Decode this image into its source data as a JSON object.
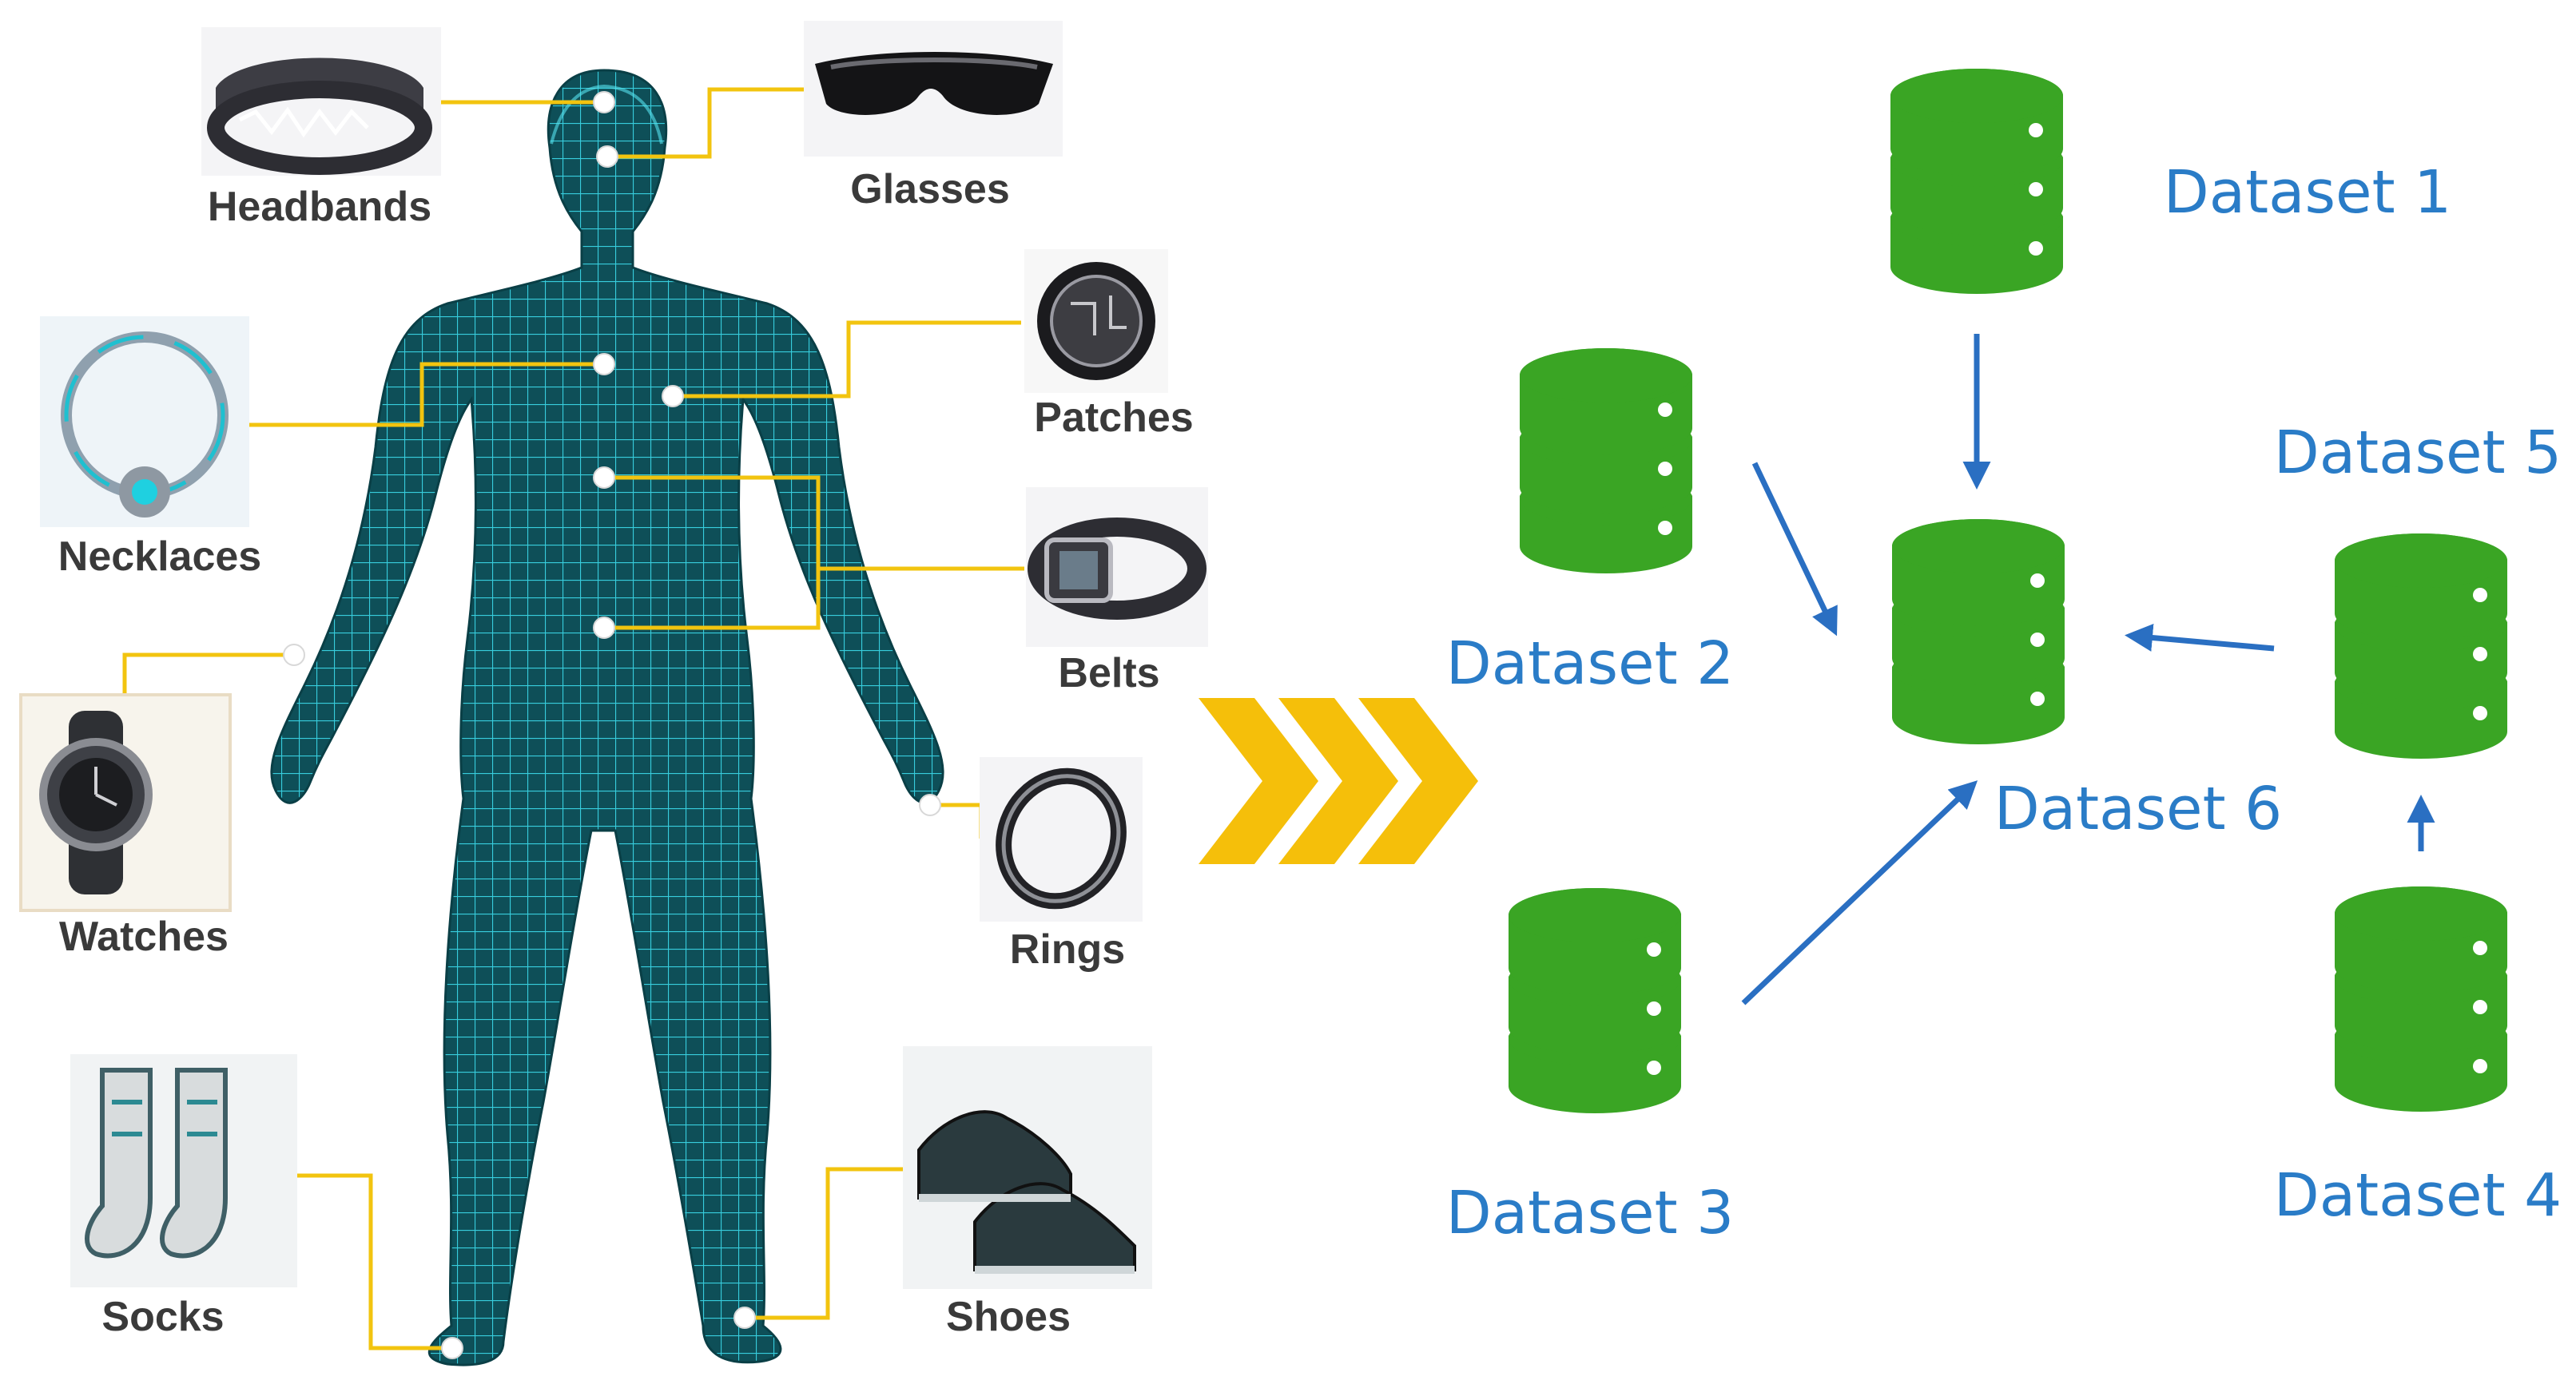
{
  "devices": [
    {
      "id": "headbands",
      "label": "Headbands",
      "icon": "headband-icon"
    },
    {
      "id": "glasses",
      "label": "Glasses",
      "icon": "smart-glasses-icon"
    },
    {
      "id": "patches",
      "label": "Patches",
      "icon": "patch-icon"
    },
    {
      "id": "necklaces",
      "label": "Necklaces",
      "icon": "necklace-icon"
    },
    {
      "id": "belts",
      "label": "Belts",
      "icon": "belt-icon"
    },
    {
      "id": "watches",
      "label": "Watches",
      "icon": "watch-icon"
    },
    {
      "id": "rings",
      "label": "Rings",
      "icon": "ring-icon"
    },
    {
      "id": "socks",
      "label": "Socks",
      "icon": "socks-icon"
    },
    {
      "id": "shoes",
      "label": "Shoes",
      "icon": "shoes-icon"
    }
  ],
  "datasets": [
    {
      "id": "ds1",
      "label": "Dataset 1"
    },
    {
      "id": "ds2",
      "label": "Dataset 2"
    },
    {
      "id": "ds3",
      "label": "Dataset 3"
    },
    {
      "id": "ds4",
      "label": "Dataset 4"
    },
    {
      "id": "ds5",
      "label": "Dataset 5"
    },
    {
      "id": "ds6",
      "label": "Dataset 6"
    }
  ],
  "edges": [
    {
      "from": "ds1",
      "to": "ds6"
    },
    {
      "from": "ds2",
      "to": "ds6"
    },
    {
      "from": "ds3",
      "to": "ds6"
    },
    {
      "from": "ds5",
      "to": "ds6"
    },
    {
      "from": "ds4",
      "to": "ds5"
    }
  ],
  "colors": {
    "connector": "#f2c40f",
    "chevron": "#f5bf0a",
    "database": "#3aa524",
    "dataset_text": "#2a7cc7",
    "edge": "#2a6fc2",
    "body_mesh": "#0f5a63",
    "body_grid": "#2fc6d6"
  }
}
